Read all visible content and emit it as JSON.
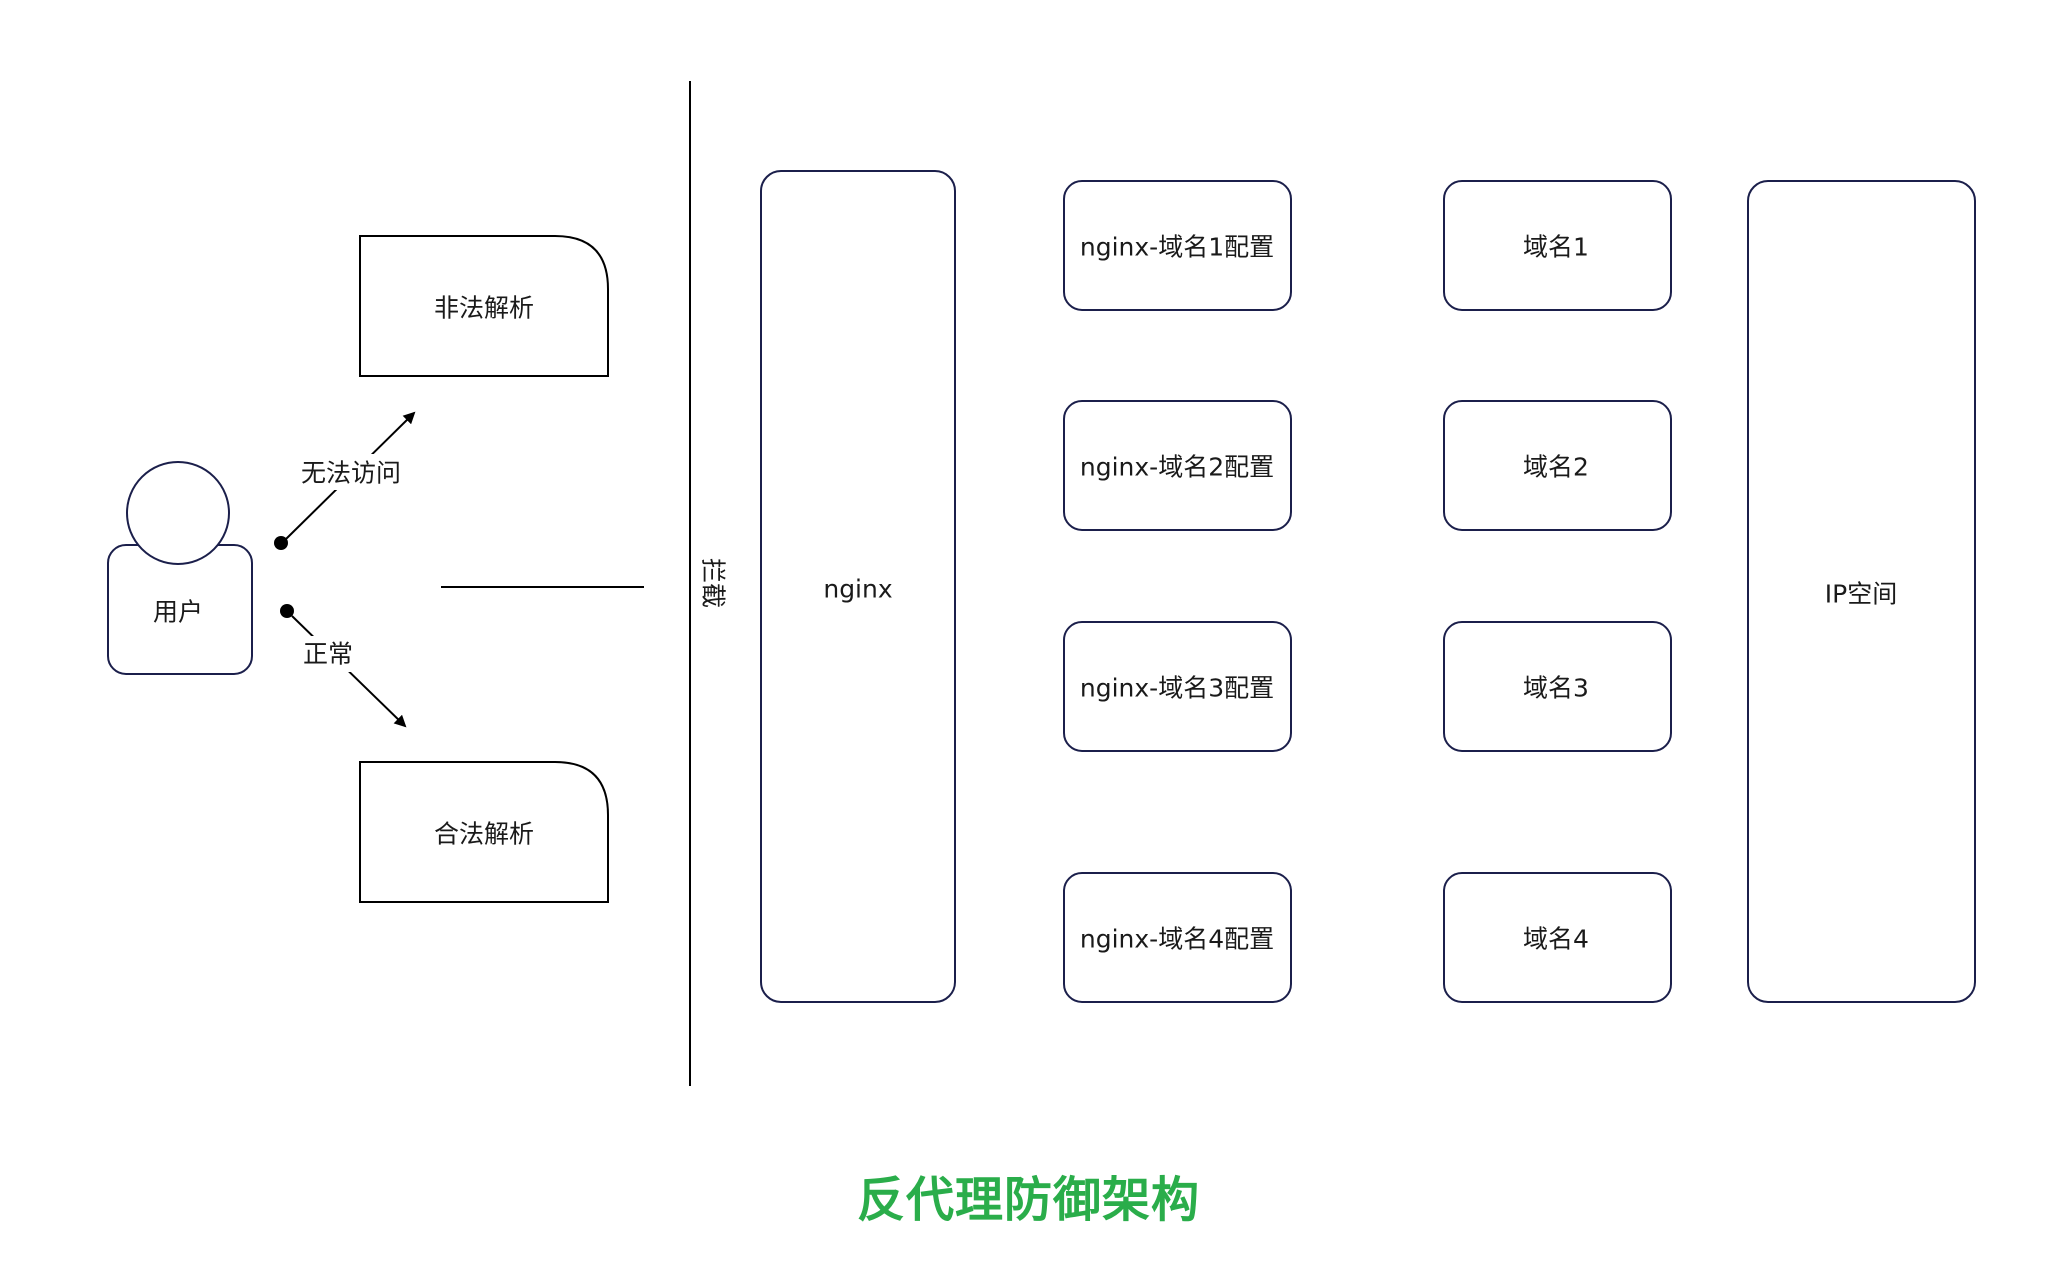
{
  "user": {
    "label": "用户"
  },
  "illegal": {
    "label": "非法解析"
  },
  "legal": {
    "label": "合法解析"
  },
  "edges": {
    "blocked_label": "无法访问",
    "normal_label": "正常"
  },
  "intercept": {
    "label": "拦截"
  },
  "nginx": {
    "label": "nginx"
  },
  "configs": [
    {
      "label": "nginx-域名1配置"
    },
    {
      "label": "nginx-域名2配置"
    },
    {
      "label": "nginx-域名3配置"
    },
    {
      "label": "nginx-域名4配置"
    }
  ],
  "domains": [
    {
      "label": "域名1"
    },
    {
      "label": "域名2"
    },
    {
      "label": "域名3"
    },
    {
      "label": "域名4"
    }
  ],
  "ip_space": {
    "label": "IP空间"
  },
  "title": "反代理防御架构",
  "colors": {
    "node_stroke": "#1b1f4b",
    "line": "#000000",
    "title": "#2aad4a"
  }
}
